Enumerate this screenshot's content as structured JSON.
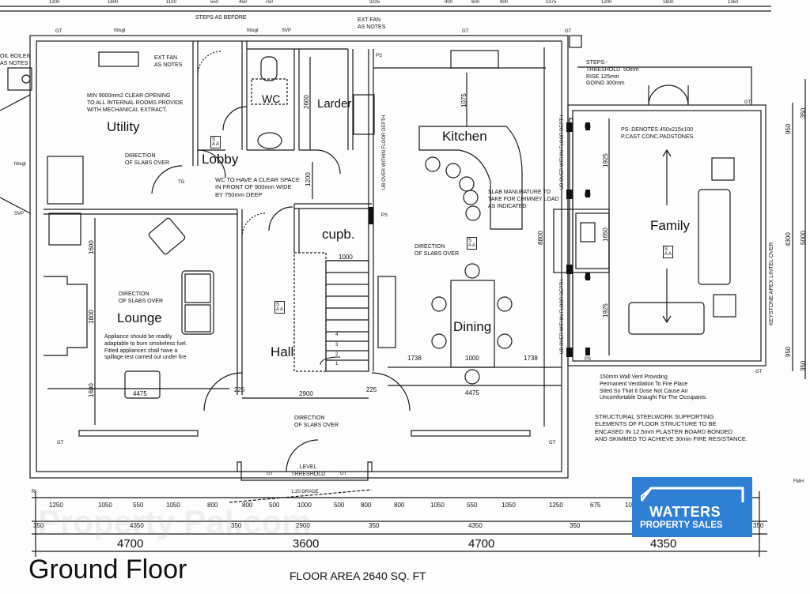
{
  "rooms": {
    "utility": "Utility",
    "lobby": "Lobby",
    "wc": "WC",
    "larder": "Larder",
    "kitchen": "Kitchen",
    "family": "Family",
    "cupb": "cupb.",
    "lounge": "Lounge",
    "hall": "Hall",
    "dining": "Dining"
  },
  "notes": {
    "steps_as_before": "STEPS AS BEFORE",
    "ext_fan_top": "EXT FAN\nAS NOTES",
    "ext_fan_utility": "EXT FAN\nAS NOTES",
    "oil_boiler": "OIL BOILER\nAS NOTES",
    "min_opening": "MIN 9000mm2 CLEAR OPENING\nTO ALL INTERNAL ROOMS PROVIDE\nWITH MECHANICAL EXTRACT.",
    "dir_utility": "DIRECTION\nOF SLABS OVER",
    "wc_clear": "WC TO HAVE A CLEAR SPACE\nIN FRONT OF 900mm WIDE\nBY 750mm DEEP",
    "slab_manufacture": "SLAB MANUFATURE TO\nTAKE FOR CHIMNEY LOAD\nAS INDICATED",
    "dir_kitchen": "DIRECTION\nOF SLABS OVER",
    "steps_info": "STEPS:-\nTHRESHOLD  50mm\nRISE 125mm\nGOING 300mm",
    "padstones": "PS. DENOTES 450x215x100\nP.CAST CONC.PADSTONES.",
    "dir_lounge": "DIRECTION\nOF SLABS OVER",
    "appliance": "Appliance should be readily\nadaptable to burn smokeless fuel.\nFitted appliances shall have a\nspillage test carried out under fire",
    "dir_hall": "DIRECTION\nOF SLABS OVER",
    "level_threshold": "LEVEL\nTHRESHOLD",
    "vent": "150mm Wall Vent Providing\nPermanent Ventilation To Fire Place\nSited So That It Dose Not Cause An\nUncomfortable Draught For The Occupants.",
    "steelwork": "STRUCTURAL STEELWORK SUPPORTING\nELEMENTS OF FLOOR STRUCTURE TO BE\nENCASED IN 12.5mm PLASTER BOARD BONDED\nAND SKIMMED TO ACHIEVE 30min FIRE RESISTANCE.",
    "keystone": "KEYSTONE APEX LINTEL OVER",
    "ub_over": "UB OVER WITHIN FLOOR DEPTH",
    "grade": "1:20 GRADE"
  },
  "labels": {
    "gt": "GT",
    "svp": "SVP",
    "ps": "PS",
    "hbsgt": "hbsgt",
    "tg": "TG",
    "ri": "RI",
    "fmh": "FMH",
    "sa": "S\nA A"
  },
  "stairs": [
    "1",
    "2",
    "3",
    "4"
  ],
  "dims": {
    "top_row": [
      "1200",
      "1600",
      "1100",
      "550",
      "450",
      "750",
      "3225",
      "900",
      "600",
      "900",
      "1375",
      "1200",
      "1600",
      "1350"
    ],
    "row1": [
      "1250",
      "1050",
      "550",
      "1050",
      "800",
      "800",
      "500",
      "1000",
      "500",
      "800",
      "800",
      "1050",
      "550",
      "1050",
      "1250",
      "675",
      "1050"
    ],
    "row2": [
      "350",
      "4350",
      "350",
      "2900",
      "350",
      "4350",
      "350",
      "350"
    ],
    "row3": [
      "4700",
      "3600",
      "4700",
      "4350"
    ],
    "right": [
      "950",
      "4300",
      "950",
      "350",
      "5000",
      "350"
    ],
    "wc_depth": "2600",
    "wc_1200": "1200",
    "larder_1075": "1075",
    "cupb_1000": "1000",
    "lounge_1600a": "1600",
    "lounge_1800": "1800",
    "lounge_1600b": "1600",
    "lounge_4475": "4475",
    "hall_225a": "225",
    "hall_2900": "2900",
    "hall_225b": "225",
    "dining_1738a": "1738",
    "dining_1000": "1000",
    "dining_1738b": "1738",
    "dining_4475": "4475",
    "kitchen_8800": "8800",
    "family_1925a": "1925",
    "family_1650": "1650",
    "family_1925b": "1925"
  },
  "title": "Ground Floor",
  "floor_area": "FLOOR AREA 2640 SQ. FT",
  "logo": {
    "line1": "WATTERS",
    "line2": "PROPERTY SALES",
    "bg_color": "#2f7fd4"
  },
  "watermark": "Property Pal.com"
}
